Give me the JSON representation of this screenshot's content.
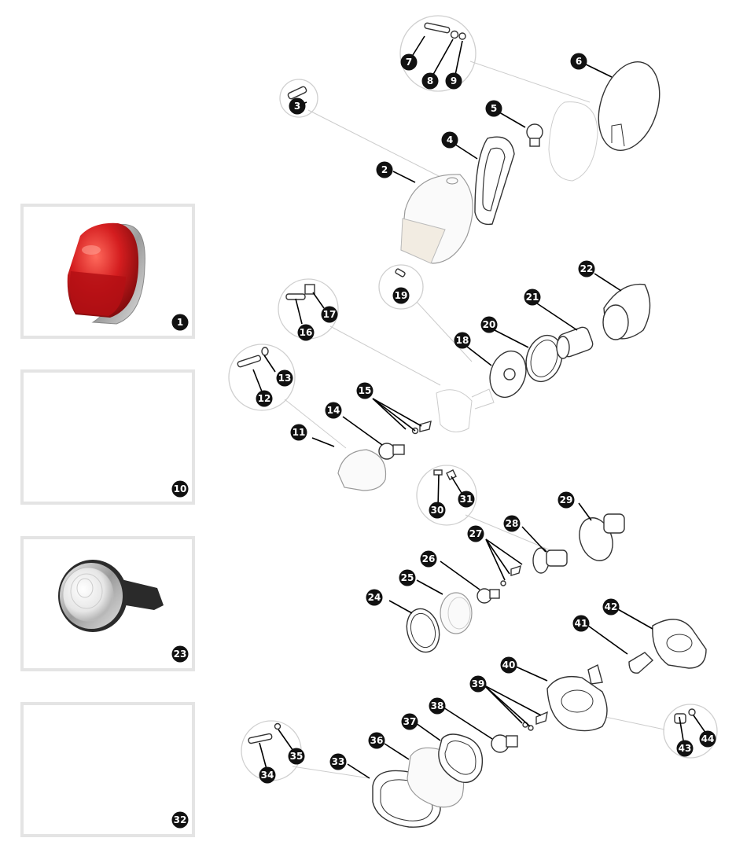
{
  "thumbnails": [
    {
      "label": "1",
      "image": "red-lamp-photo"
    },
    {
      "label": "10",
      "image": "blank"
    },
    {
      "label": "23",
      "image": "clear-lamp-photo"
    },
    {
      "label": "32",
      "image": "blank"
    }
  ],
  "callouts": [
    "1",
    "2",
    "3",
    "4",
    "5",
    "6",
    "7",
    "8",
    "9",
    "10",
    "11",
    "12",
    "13",
    "14",
    "15",
    "16",
    "17",
    "18",
    "19",
    "20",
    "21",
    "22",
    "23",
    "24",
    "25",
    "26",
    "27",
    "28",
    "29",
    "30",
    "31",
    "32",
    "33",
    "34",
    "35",
    "36",
    "37",
    "38",
    "39",
    "40",
    "41",
    "42",
    "43",
    "44"
  ],
  "colors": {
    "callout_fill": "#111111",
    "callout_text": "#ffffff",
    "lens_red": "#c4151c",
    "frame": "#e4e4e4"
  }
}
